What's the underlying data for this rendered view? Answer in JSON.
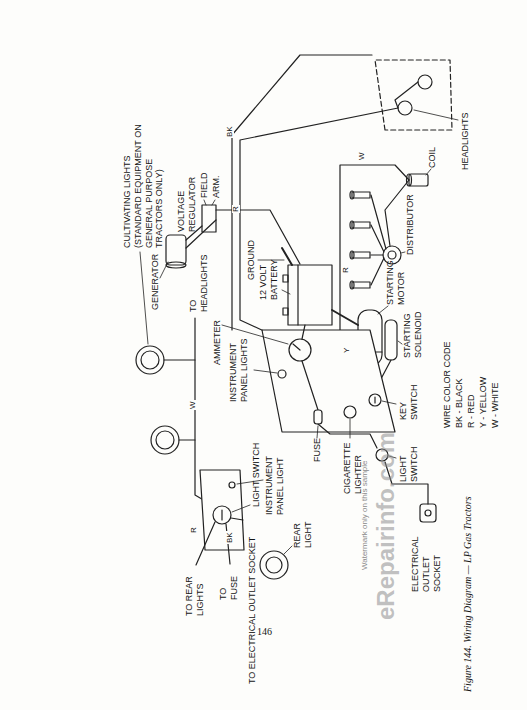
{
  "diagram": {
    "caption": "Figure 144. Wiring Diagram — LP Gas Tractors",
    "labels": [
      "HEADLIGHTS",
      "COIL",
      "DISTRIBUTOR",
      "STARTING MOTOR",
      "STARTING SOLENOID",
      "WIRE COLOR CODE",
      "BK - BLACK",
      "R - RED",
      "Y - YELLOW",
      "W - WHITE",
      "VOLTAGE REGULATOR",
      "FIELD",
      "ARM.",
      "GENERATOR",
      "GROUND",
      "12 VOLT BATTERY",
      "CULTIVATING LIGHTS (STANDARD EQUIPMENT ON GENERAL PURPOSE TRACTORS ONLY)",
      "TO HEADLIGHTS",
      "AMMETER",
      "INSTRUMENT PANEL LIGHTS",
      "LIGHT SWITCH",
      "KEY SWITCH",
      "FUSE",
      "CIGARETTE LIGHTER",
      "ELECTRICAL OUTLET SOCKET",
      "REAR LIGHT",
      "LIGHT SWITCH",
      "INSTRUMENT PANEL LIGHT",
      "TO ELECTRICAL OUTLET SOCKET",
      "TO FUSE",
      "TO REAR LIGHTS",
      "eRepairinfo.com",
      "Watermark only on this sample",
      "BK",
      "R",
      "W",
      "Y",
      "R",
      "BK",
      "W",
      "R",
      "146"
    ]
  }
}
